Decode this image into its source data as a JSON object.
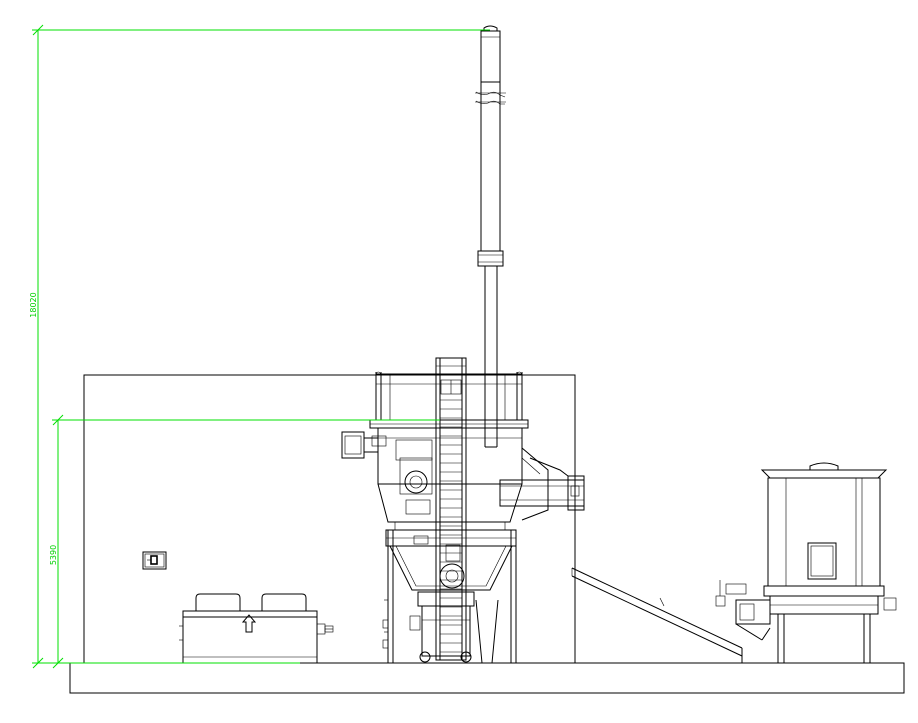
{
  "drawing": {
    "type": "elevation-view",
    "line_color": "#000000",
    "dimension_color": "#00e000",
    "background": "#ffffff"
  },
  "dimensions": {
    "overall_height": "18020",
    "upper_height": "5390"
  },
  "icons": {
    "arrow_symbol": "up-arrow-icon",
    "panel_symbol": "control-panel-icon"
  }
}
